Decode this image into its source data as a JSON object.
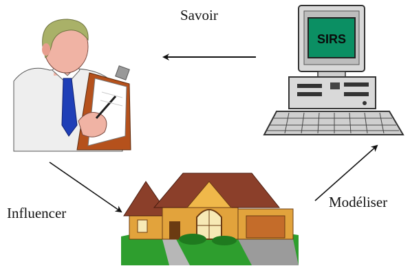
{
  "labels": {
    "savoir": "Savoir",
    "influencer": "Influencer",
    "modeliser": "Modéliser"
  },
  "computer": {
    "screen_text": "SIRS"
  },
  "colors": {
    "screen": "#0b8f63",
    "computer_body": "#d9d9d9",
    "arrow": "#111111",
    "roof": "#8b3f2a",
    "wall": "#e2a33c",
    "lawn": "#2e9e2e",
    "tie": "#1f3fb7",
    "hair": "#a9b168",
    "skin": "#f0b3a4"
  },
  "edges": [
    {
      "from": "computer",
      "to": "person",
      "label": "Savoir"
    },
    {
      "from": "person",
      "to": "house",
      "label": "Influencer"
    },
    {
      "from": "house",
      "to": "computer",
      "label": "Modéliser"
    }
  ]
}
